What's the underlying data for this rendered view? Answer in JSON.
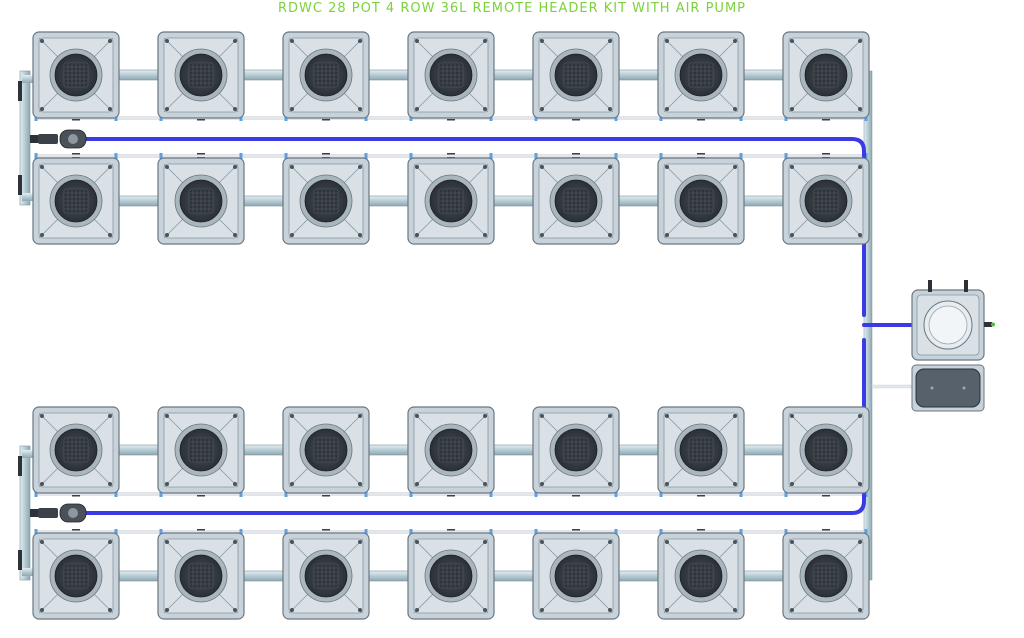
{
  "title": "RDWC 28 POT 4 ROW 36L REMOTE HEADER KIT WITH AIR PUMP",
  "layout": {
    "rows": 4,
    "pots_per_row": 7,
    "pot_count": 28,
    "header_tank_volume": "36L",
    "air_pump": true
  },
  "colors": {
    "title": "#7cd23c",
    "air_line": "#3a3ae6",
    "pipe": "#b6ccd4",
    "pot_body": "#c7d2db",
    "pot_edge": "#6b7780",
    "pot_lid": "#3a4148",
    "pump_body": "#56616b"
  },
  "icons": {
    "pot": "net-pot-icon",
    "connector": "air-connector-icon",
    "pump": "air-pump-icon",
    "tank": "header-tank-icon"
  }
}
